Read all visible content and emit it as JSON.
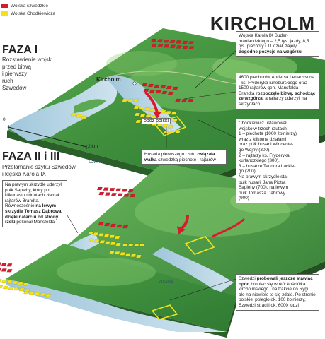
{
  "title": "KIRCHOLM",
  "legend": {
    "items": [
      {
        "label": "Wojska szwedzkie",
        "color": "#d61d2f"
      },
      {
        "label": "Wojska Chodkiewicza",
        "color": "#f2e21a"
      }
    ]
  },
  "phase1": {
    "title": "FAZA I",
    "subtitle_lines": [
      "Rozstawienie wojsk",
      "przed bitwą",
      "i pierwszy",
      "ruch",
      "Szwedów"
    ]
  },
  "phase2": {
    "title": "FAZA II i III",
    "subtitle_lines": [
      "Przełamanie szyku Szwedów",
      "i klęska Karola IX"
    ]
  },
  "map_labels": {
    "kircholm": "Kircholm",
    "oboz": "obóz polski",
    "dzwina_1": "Dźwina",
    "dzwina_2": "Dźwina",
    "scale_zero": "0",
    "scale_two": "2 km"
  },
  "boxes": {
    "b1": {
      "lead": "Wojska Karola IX Suder-manlandzkiego – 2,5 tys. jazdy, 8,5 tys. piechoty i 11 dział, zajęły ",
      "strong": "dogodne pozycje na wzgórzu",
      "tail": ""
    },
    "b2": {
      "lead": "4600 piechurów Andersa Lenartssona i ks. Fryderyka luneburskiego oraz 1500 rajtarów gen. Mansfelda i Brandta ",
      "strong": "rozpoczęło bitwę, schodząc ze wzgórza,",
      "tail": " a rajtarzy uderzyli na skrzydłach"
    },
    "b3": {
      "lead": "Husaria pierwszego rzutu ",
      "strong": "związała walką",
      "tail": " szwedzką piechotę i rajtarów"
    },
    "b4": {
      "lines": [
        "Chodkiewicz ustawował",
        "wojsko w trzech rzutach:",
        "1 – piechota (1000 żołnierzy)",
        "wraz z kilkoma działami",
        "oraz pułk husarii Wincente-",
        "go Wojny (300),",
        "2 – rajtarzy ks. Fryderyka",
        "kurlandzkiego (300),",
        "3 – husarze Teodora Lackie-",
        "go (200).",
        "Na prawym skrzydle stał",
        "pułk husarii Jana Piotra",
        "Sapiehy (700), na lewym",
        "pułk Tomasza Dąbrowy",
        "(900)"
      ]
    },
    "b5": {
      "lead": "Na prawym skrzydle uderzył pułk Sapiehy, który po kilkunastu minutach złamał rajtarów Brandta. Równocześnie ",
      "strong": "na lewym skrzydle Tomasz Dąbrowa, dzięki natarciu od strony rzeki",
      "tail": " pokonał Mansfelda"
    },
    "b6": {
      "lead": "Szwedzi ",
      "strong": "próbowali jeszcze stawiać opór,",
      "tail": " broniąc się wokół kościółka kircholmskiego i na trakcie do Rygi, ale na niewiele to się zdało. Po stronie polskiej poległo ok. 100 żołnierzy, Szwedzi stracili ok. 6000 ludzi"
    }
  }
}
